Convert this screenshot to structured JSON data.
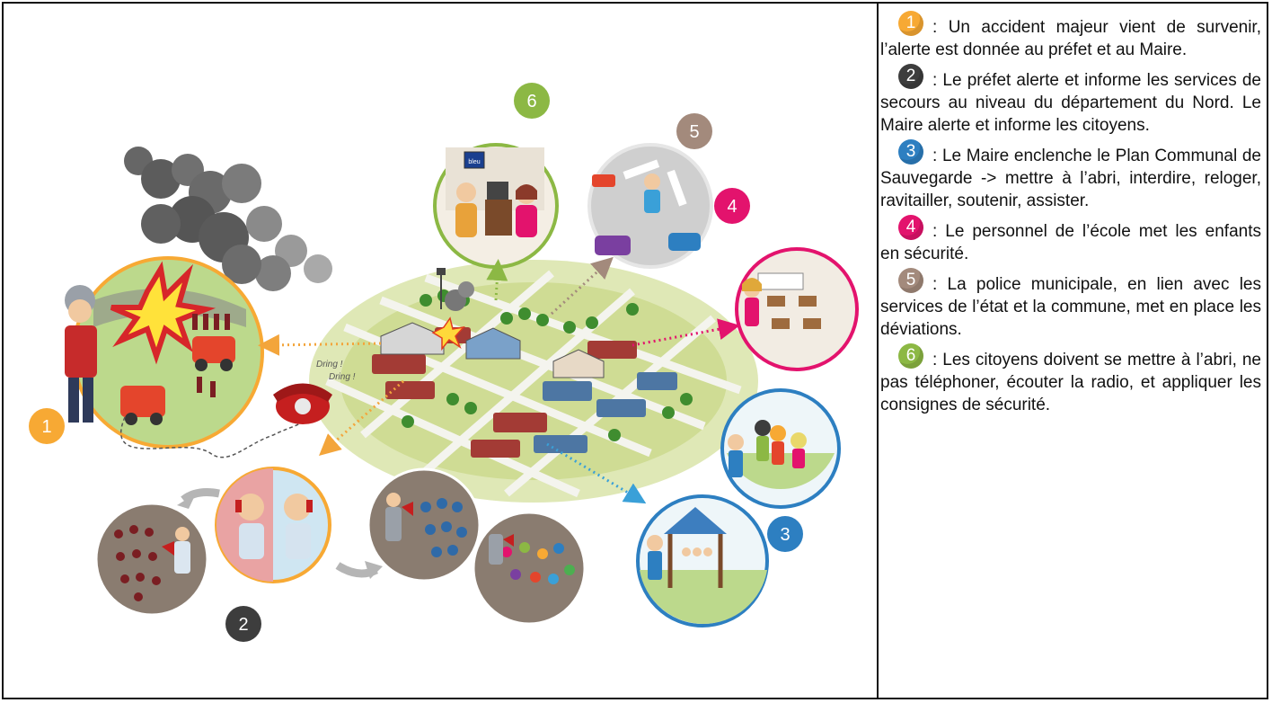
{
  "colors": {
    "c1": "#f7a934",
    "c2": "#3d3d3d",
    "c3": "#2d7fc1",
    "c4": "#e3136d",
    "c5": "#a38a7c",
    "c6": "#8cb844"
  },
  "illustration": {
    "badge1": "1",
    "badge2": "2",
    "badge3": "3",
    "badge4": "4",
    "badge5": "5",
    "badge6": "6",
    "dring1": "Dring !",
    "dring2": "Dring !",
    "radio_logo": "bleu"
  },
  "steps": [
    {
      "num": "1",
      "text": ": Un accident majeur vient de survenir, l’alerte est donnée au préfet et au Maire."
    },
    {
      "num": "2",
      "text": ":  Le préfet alerte et informe les services de secours au niveau du département du Nord. Le Maire alerte et informe les citoyens."
    },
    {
      "num": "3",
      "text": ": Le Maire enclenche le Plan Communal de Sauvegarde -> mettre à l’abri, interdire, reloger, ravitailler, soutenir, assister."
    },
    {
      "num": "4",
      "text": ":  Le personnel de l’école met les enfants en sécurité."
    },
    {
      "num": "5",
      "text": ":   La police municipale, en lien avec les services de l’état et la commune, met en place les déviations."
    },
    {
      "num": "6",
      "text": ": Les citoyens doivent se mettre à l’abri, ne pas téléphoner, écouter la radio, et appliquer les consignes de sécurité."
    }
  ]
}
